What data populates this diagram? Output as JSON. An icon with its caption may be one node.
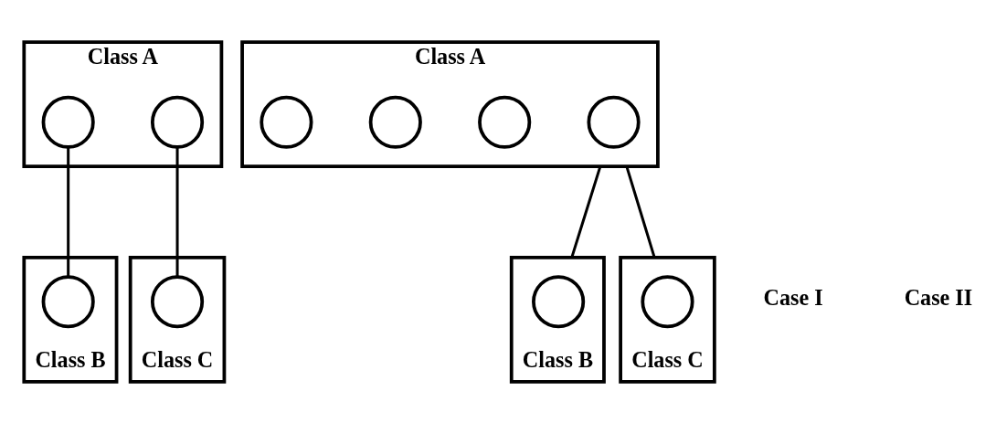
{
  "diagram": {
    "nodes": [
      {
        "text": [
          "Class A"
        ]
      },
      {
        "text": [],
        "shape": "circle",
        "in": 0
      },
      {
        "text": [],
        "shape": "circle",
        "in": 0
      },
      {
        "text": [
          "Class B"
        ]
      },
      {
        "text": [],
        "shape": "circle",
        "in": 3
      },
      {
        "text": [
          "Class C"
        ]
      },
      {
        "text": [],
        "shape": "circle",
        "in": 5
      },
      {
        "text": [
          "Class A"
        ]
      },
      {
        "text": [],
        "shape": "circle",
        "in": 7
      },
      {
        "text": [],
        "shape": "circle",
        "in": 7
      },
      {
        "text": [],
        "shape": "circle",
        "in": 7
      },
      {
        "text": [],
        "shape": "circle",
        "in": 7
      },
      {
        "text": [
          "Class B"
        ]
      },
      {
        "text": [],
        "shape": "circle",
        "in": 12
      },
      {
        "text": [
          "Class C"
        ]
      },
      {
        "text": [],
        "shape": "circle",
        "in": 14
      }
    ],
    "edges": [
      {
        "from": 1,
        "to": 4,
        "arrow": "none"
      },
      {
        "from": 2,
        "to": 6,
        "arrow": "none"
      },
      {
        "from": 7,
        "to": 12,
        "arrow": "none"
      },
      {
        "from": 7,
        "to": 14,
        "arrow": "none"
      }
    ],
    "labels": [
      "Case I",
      "Case II"
    ]
  }
}
